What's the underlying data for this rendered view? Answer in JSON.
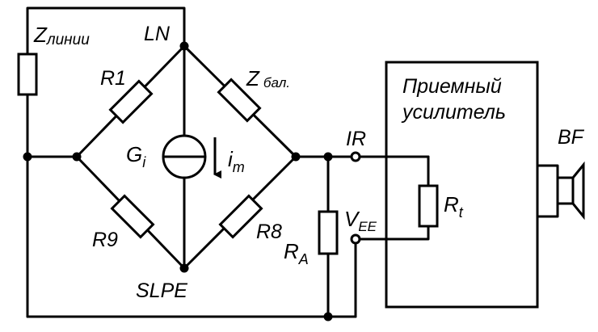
{
  "labels": {
    "z_line": {
      "main": "Z",
      "sub": "линии"
    },
    "ln": "LN",
    "r1": "R1",
    "z_bal": {
      "main": "Z",
      "sub": "бал."
    },
    "amplifier_line1": "Приемный",
    "amplifier_line2": "усилитель",
    "bf": "BF",
    "gi": {
      "main": "G",
      "sub": "i"
    },
    "im": {
      "main": "i",
      "sub": "m"
    },
    "ir": "IR",
    "rt": {
      "main": "R",
      "sub": "t"
    },
    "r9": "R9",
    "r8": "R8",
    "vee": {
      "main": "V",
      "sub": "EE"
    },
    "ra": {
      "main": "R",
      "sub": "A"
    },
    "slpe": "SLPE"
  },
  "colors": {
    "stroke": "#000000",
    "background": "#ffffff"
  }
}
